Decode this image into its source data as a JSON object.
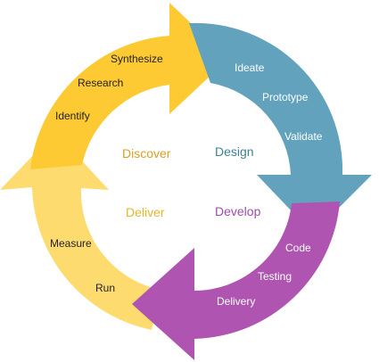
{
  "colors": {
    "discover": "#FDCA33",
    "design": "#62A2BC",
    "develop": "#B054B1",
    "deliver": "#FDDB6F",
    "discover_text": "#D8A025",
    "design_text": "#3F8196",
    "develop_text": "#A04CA8",
    "deliver_text": "#E3B82E"
  },
  "phases": {
    "discover": "Discover",
    "design": "Design",
    "develop": "Develop",
    "deliver": "Deliver"
  },
  "steps": {
    "discover": [
      "Synthesize",
      "Research",
      "Identify"
    ],
    "design": [
      "Ideate",
      "Prototype",
      "Validate"
    ],
    "develop": [
      "Code",
      "Testing",
      "Delivery"
    ],
    "deliver": [
      "Measure",
      "Run"
    ]
  }
}
